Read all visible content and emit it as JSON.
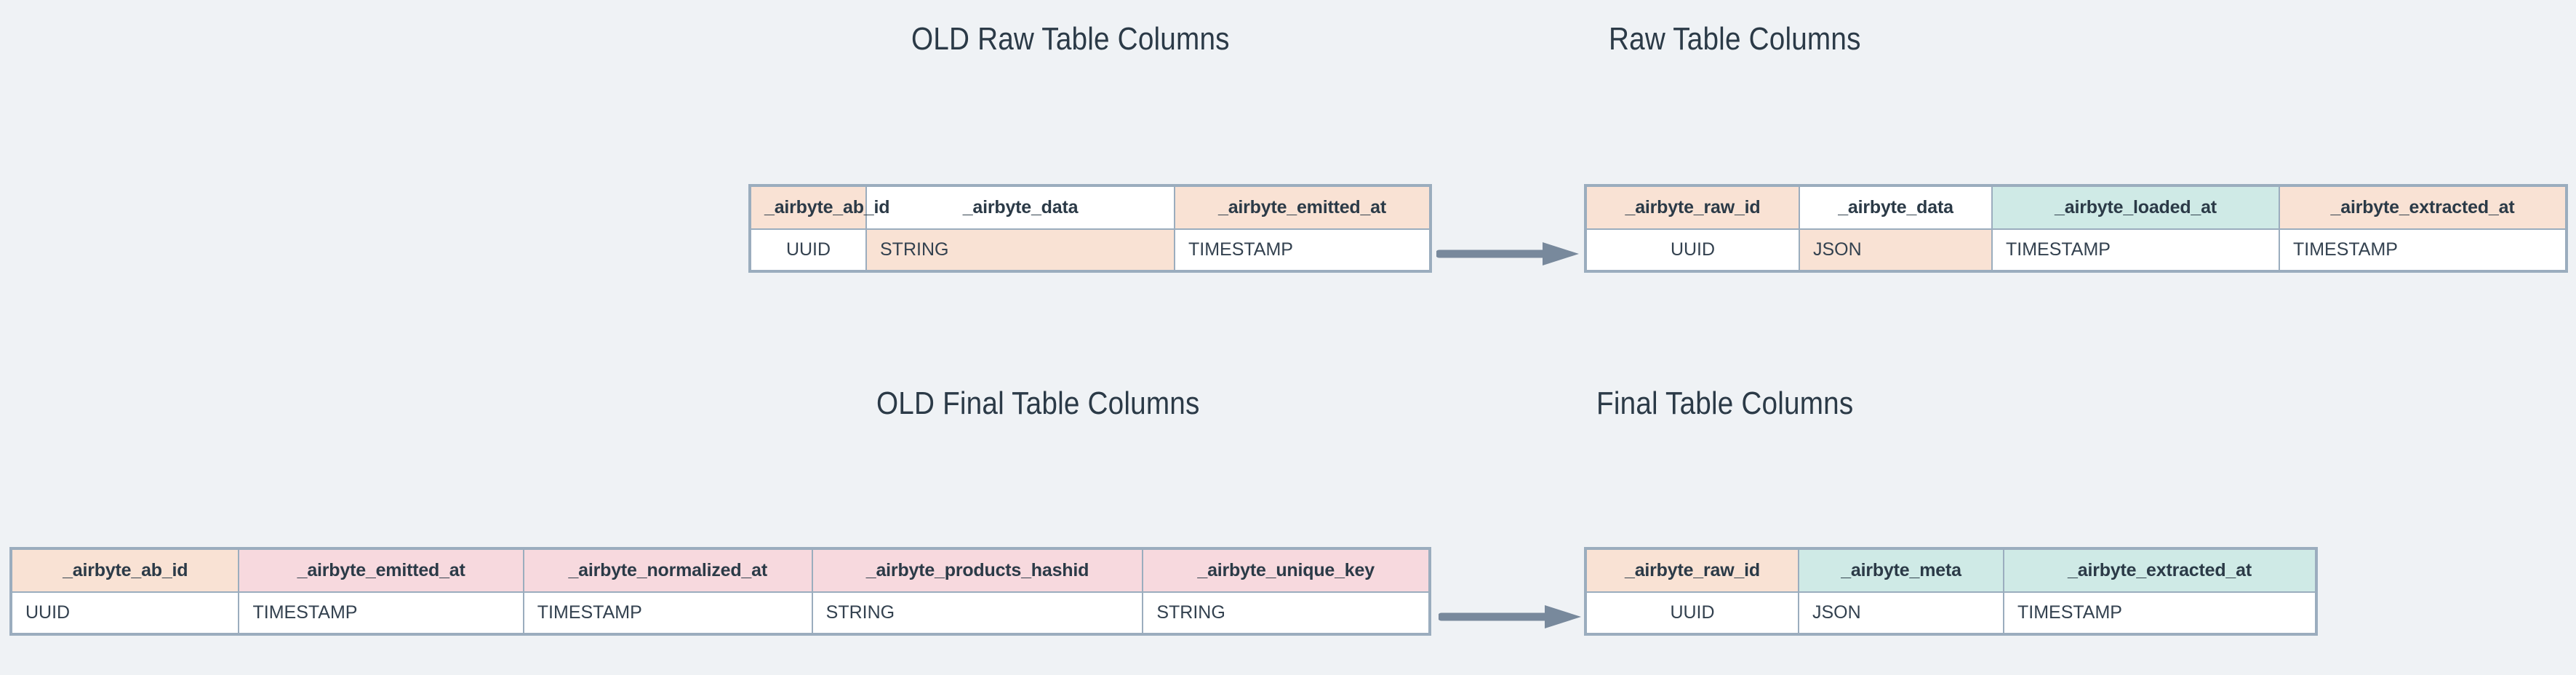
{
  "page": {
    "background_color": "#eff2f5",
    "text_color": "#2b3a47",
    "border_color": "#9badbe",
    "arrow_color": "#78899c"
  },
  "legend_colors": {
    "peach": "#f9e2d4",
    "teal": "#cfeae6",
    "pink": "#f7d9de",
    "white": "#ffffff"
  },
  "sections": {
    "old_raw_title": "OLD Raw Table Columns",
    "new_raw_title": "Raw Table Columns",
    "old_final_title": "OLD Final Table Columns",
    "new_final_title": "Final Table Columns"
  },
  "arrows": {
    "raw": "arrow-right",
    "final": "arrow-right"
  },
  "tables": {
    "old_raw": {
      "columns": [
        {
          "name": "_airbyte_ab_id",
          "type": "UUID",
          "header_fill": "peach",
          "type_fill": "white"
        },
        {
          "name": "_airbyte_data",
          "type": "STRING",
          "header_fill": "white",
          "type_fill": "peach"
        },
        {
          "name": "_airbyte_emitted_at",
          "type": "TIMESTAMP",
          "header_fill": "peach",
          "type_fill": "white"
        }
      ]
    },
    "new_raw": {
      "columns": [
        {
          "name": "_airbyte_raw_id",
          "type": "UUID",
          "header_fill": "peach",
          "type_fill": "white"
        },
        {
          "name": "_airbyte_data",
          "type": "JSON",
          "header_fill": "white",
          "type_fill": "peach"
        },
        {
          "name": "_airbyte_loaded_at",
          "type": "TIMESTAMP",
          "header_fill": "teal",
          "type_fill": "white"
        },
        {
          "name": "_airbyte_extracted_at",
          "type": "TIMESTAMP",
          "header_fill": "peach",
          "type_fill": "white"
        }
      ]
    },
    "old_final": {
      "columns": [
        {
          "name": "_airbyte_ab_id",
          "type": "UUID",
          "header_fill": "peach",
          "type_fill": "white"
        },
        {
          "name": "_airbyte_emitted_at",
          "type": "TIMESTAMP",
          "header_fill": "pink",
          "type_fill": "white"
        },
        {
          "name": "_airbyte_normalized_at",
          "type": "TIMESTAMP",
          "header_fill": "pink",
          "type_fill": "white"
        },
        {
          "name": "_airbyte_products_hashid",
          "type": "STRING",
          "header_fill": "pink",
          "type_fill": "white"
        },
        {
          "name": "_airbyte_unique_key",
          "type": "STRING",
          "header_fill": "pink",
          "type_fill": "white"
        }
      ]
    },
    "new_final": {
      "columns": [
        {
          "name": "_airbyte_raw_id",
          "type": "UUID",
          "header_fill": "peach",
          "type_fill": "white"
        },
        {
          "name": "_airbyte_meta",
          "type": "JSON",
          "header_fill": "teal",
          "type_fill": "white"
        },
        {
          "name": "_airbyte_extracted_at",
          "type": "TIMESTAMP",
          "header_fill": "teal",
          "type_fill": "white"
        }
      ]
    }
  }
}
